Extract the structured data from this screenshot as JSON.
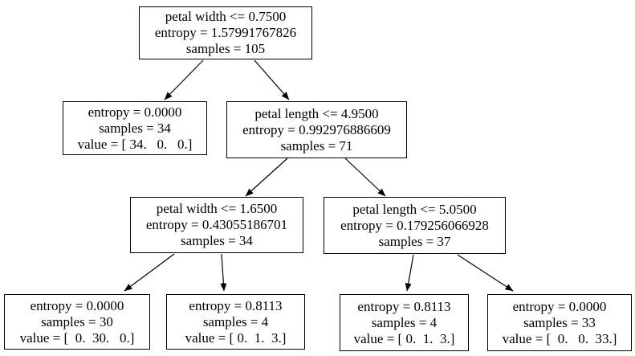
{
  "page": {
    "background": "#ffffff"
  },
  "tree": {
    "type": "decision-tree",
    "colors": {
      "node_border": "#000000",
      "node_fill": "#ffffff",
      "edge": "#000000",
      "text": "#000000"
    },
    "nodes": {
      "root": {
        "lines": [
          "petal width <= 0.7500",
          "entropy = 1.57991767826",
          "samples = 105"
        ]
      },
      "depth1_left": {
        "lines": [
          "entropy = 0.0000",
          "samples = 34",
          "value = [ 34.   0.   0.]"
        ]
      },
      "depth1_right": {
        "lines": [
          "petal length <= 4.9500",
          "entropy = 0.992976886609",
          "samples = 71"
        ]
      },
      "depth2_left": {
        "lines": [
          "petal width <= 1.6500",
          "entropy = 0.43055186701",
          "samples = 34"
        ]
      },
      "depth2_right": {
        "lines": [
          "petal length <= 5.0500",
          "entropy = 0.179256066928",
          "samples = 37"
        ]
      },
      "leaf1": {
        "lines": [
          "entropy = 0.0000",
          "samples = 30",
          "value = [  0.  30.   0.]"
        ]
      },
      "leaf2": {
        "lines": [
          "entropy = 0.8113",
          "samples = 4",
          "value = [ 0.  1.  3.]"
        ]
      },
      "leaf3": {
        "lines": [
          "entropy = 0.8113",
          "samples = 4",
          "value = [ 0.  1.  3.]"
        ]
      },
      "leaf4": {
        "lines": [
          "entropy = 0.0000",
          "samples = 33",
          "value = [  0.   0.  33.]"
        ]
      }
    }
  }
}
